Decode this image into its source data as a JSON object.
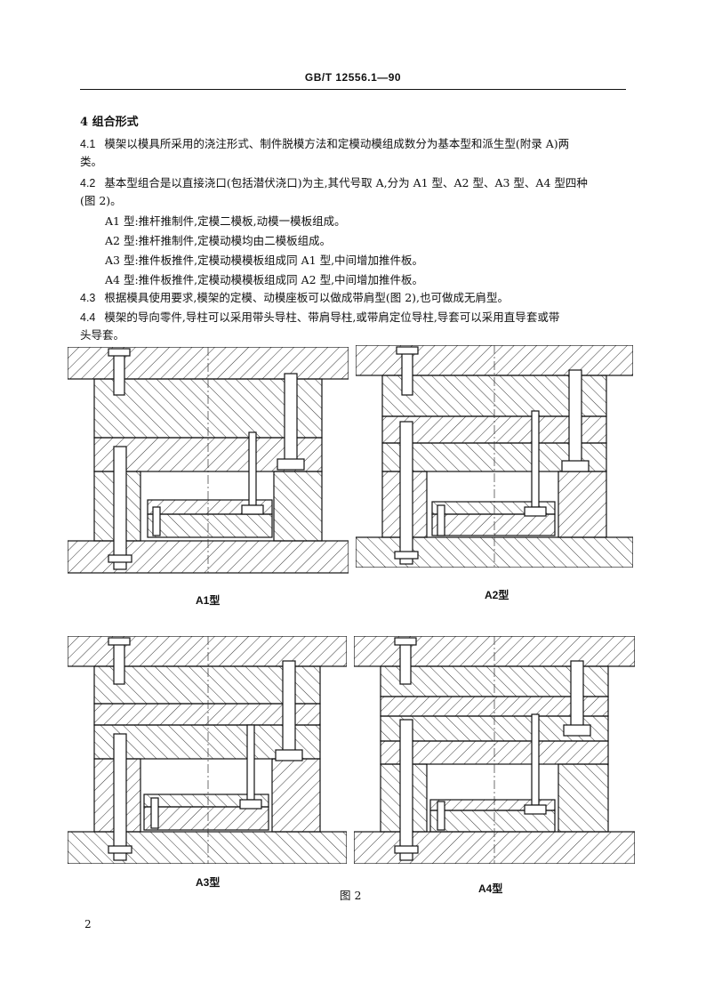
{
  "header": {
    "code": "GB/T 12556.1—90"
  },
  "section": {
    "title": "4  组合形式"
  },
  "paragraphs": [
    {
      "num": "4.1",
      "line1": "模架以模具所采用的浇注形式、制件脱模方法和定模动模组成数分为基本型和派生型(附录 A)两",
      "line2": "类。"
    },
    {
      "num": "4.2",
      "line1": "基本型组合是以直接浇口(包括潜伏浇口)为主,其代号取 A,分为 A1 型、A2 型、A3 型、A4 型四种",
      "line2": "(图 2)。"
    },
    {
      "num": "4.3",
      "line1": "根据模具使用要求,模架的定模、动模座板可以做成带肩型(图 2),也可做成无肩型。"
    },
    {
      "num": "4.4",
      "line1": "模架的导向零件,导柱可以采用带头导柱、带肩导柱,或带肩定位导柱,导套可以采用直导套或带",
      "line2": "头导套。"
    }
  ],
  "types": [
    "A1 型:推杆推制件,定模二模板,动模一模板组成。",
    "A2 型:推杆推制件,定模动模均由二模板组成。",
    "A3 型:推件板推件,定模动模模板组成同 A1 型,中间增加推件板。",
    "A4 型:推件板推件,定模动模模板组成同 A2 型,中间增加推件板。"
  ],
  "figures": {
    "a1": "A1型",
    "a2": "A2型",
    "a3": "A3型",
    "a4": "A4型",
    "caption": "图 2"
  },
  "footer": {
    "page": "2"
  }
}
